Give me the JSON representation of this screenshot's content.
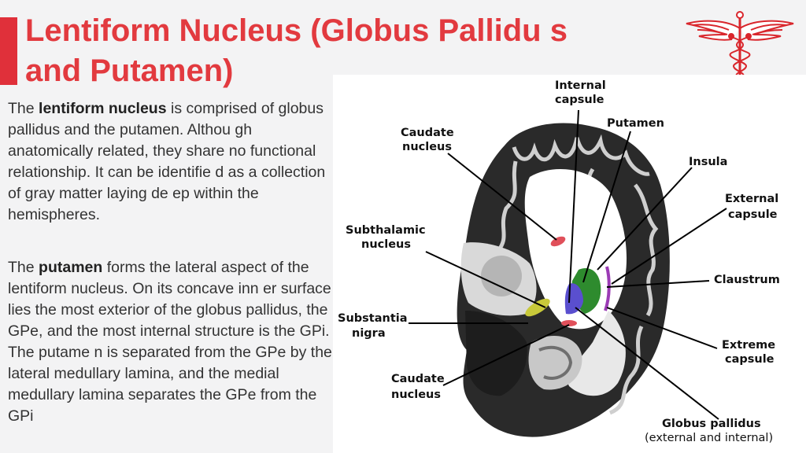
{
  "title": "Lentiform Nucleus (Globus Pallidu s and Putamen)",
  "paragraph1": {
    "pre": "The ",
    "bold": "lentiform nucleus",
    "post": " is comprised of globus pallidus and the putamen. Althou gh anatomically related, they share no functional relationship. It can be identifie d as a collection of gray matter laying de ep within the hemispheres."
  },
  "paragraph2": {
    "pre": "The ",
    "bold": "putamen",
    "post": " forms the lateral aspect of the lentiform nucleus. On its concave inn er surface lies the most exterior of the globus pallidus, the GPe, and the most internal structure is the GPi. The putame n is separated from the GPe by the lateral medullary lamina, and the medial medullary lamina separates the GPe from the GPi"
  },
  "logo": {
    "icon": "caduceus-icon",
    "color": "#d9262c"
  },
  "figure": {
    "labels": {
      "internal_capsule_1": "Internal",
      "internal_capsule_2": "capsule",
      "putamen": "Putamen",
      "caudate_top_1": "Caudate",
      "caudate_top_2": "nucleus",
      "insula": "Insula",
      "external_capsule_1": "External",
      "external_capsule_2": "capsule",
      "subthalamic_1": "Subthalamic",
      "subthalamic_2": "nucleus",
      "claustrum": "Claustrum",
      "substantia_1": "Substantia",
      "substantia_2": "nigra",
      "extreme_capsule_1": "Extreme",
      "extreme_capsule_2": "capsule",
      "caudate_bottom_1": "Caudate",
      "caudate_bottom_2": "nucleus",
      "globus_1": "Globus pallidus",
      "globus_2": "(external and internal)"
    },
    "colors": {
      "putamen": "#2e8b2e",
      "globus_pallidus": "#5a4fcf",
      "claustrum": "#9b3bb5",
      "subthalamic": "#c8c93a",
      "caudate": "#e0505a"
    }
  }
}
